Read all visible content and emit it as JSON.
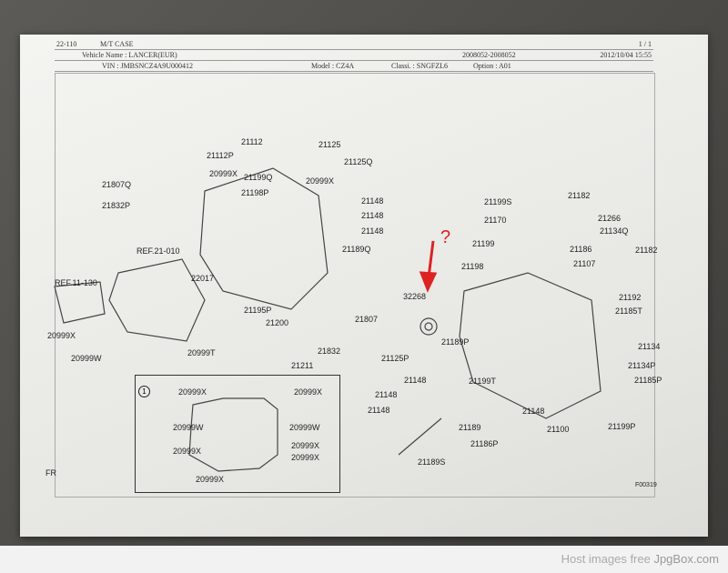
{
  "header": {
    "code": "22-110",
    "title": "M/T CASE",
    "page": "1 / 1",
    "vehicle": "Vehicle Name : LANCER(EUR)",
    "range": "2008052-2008052",
    "date": "2012/10/04  15:55",
    "vin": "VIN : JMBSNCZ4A9U000412",
    "model": "Model : CZ4A",
    "classi": "Classi. : SNGFZL6",
    "option": "Option : A01"
  },
  "labels": [
    "21112",
    "21112P",
    "20999X",
    "21199Q",
    "21807Q",
    "21832P",
    "21198P",
    "21125",
    "21125Q",
    "20999X",
    "21148",
    "21148",
    "21148",
    "21189Q",
    "REF.21-010",
    "REF.11-130",
    "22017",
    "21195P",
    "21200",
    "21211",
    "21832",
    "21807",
    "20999T",
    "20999X",
    "20999W",
    "32268",
    "21199S",
    "21182",
    "21170",
    "21266",
    "21134Q",
    "21199",
    "21186",
    "21182",
    "21198",
    "21107",
    "21192",
    "21185T",
    "21134",
    "21134P",
    "21185P",
    "21199P",
    "21189P",
    "21125P",
    "21199T",
    "21148",
    "21148",
    "21148",
    "21189",
    "21186P",
    "21148",
    "21100",
    "21189S",
    "F00319",
    "FR"
  ],
  "inset": {
    "number": "1",
    "labels": [
      "20999X",
      "20999X",
      "20999W",
      "20999W",
      "20999X",
      "20999X",
      "20999X",
      "20999X"
    ]
  },
  "annotation": {
    "mark": "?",
    "color": "#dd2222"
  },
  "footer": {
    "text": "Host images free ",
    "brand": "JpgBox.com"
  }
}
